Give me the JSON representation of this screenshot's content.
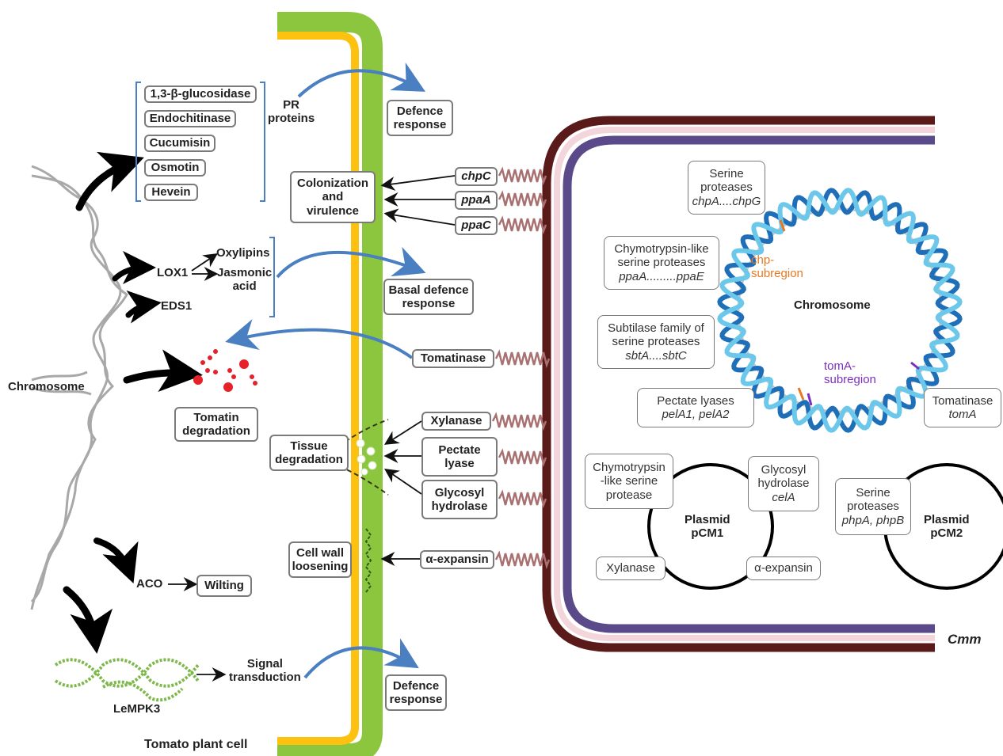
{
  "plant": {
    "cell_label": "Tomato plant cell",
    "chromosome_label": "Chromosome",
    "pr_genes": [
      "1,3-β-glucosidase",
      "Endochitinase",
      "Cucumisin",
      "Osmotin",
      "Hevein"
    ],
    "pr_proteins": "PR\nproteins",
    "defence_response_top": "Defence\nresponse",
    "colonization": "Colonization\nand\nvirulence",
    "lox1": "LOX1",
    "oxylipins": "Oxylipins",
    "jasmonic_acid": "Jasmonic\nacid",
    "eds1": "EDS1",
    "basal_defence": "Basal defence\nresponse",
    "tomatin_degradation": "Tomatin\ndegradation",
    "tissue_degradation": "Tissue\ndegradation",
    "cell_wall_loosening": "Cell wall\nloosening",
    "aco": "ACO",
    "wilting": "Wilting",
    "signal_transduction": "Signal\ntransduction",
    "defence_response_bottom": "Defence\nresponse",
    "lempk3": "LeMPK3"
  },
  "secreted": {
    "chpC": "chpC",
    "ppaA": "ppaA",
    "ppaC": "ppaC",
    "tomatinase": "Tomatinase",
    "xylanase": "Xylanase",
    "pectate_lyase": "Pectate\nlyase",
    "glycosyl_hydrolase": "Glycosyl\nhydrolase",
    "expansin": "α-expansin"
  },
  "bacterium": {
    "name": "Cmm",
    "chromosome_label": "Chromosome",
    "chp_subregion": "chp-\nsubregion",
    "toma_subregion": "tomA-\nsubregion",
    "serine_proteases": {
      "name": "Serine\nproteases",
      "genes": "chpA....chpG"
    },
    "chymotrypsin": {
      "name": "Chymotrypsin-like\nserine proteases",
      "genes": "ppaA.........ppaE"
    },
    "subtilase": {
      "name": "Subtilase family of\nserine proteases",
      "genes": "sbtA....sbtC"
    },
    "pectate_lyases": {
      "name": "Pectate lyases",
      "genes": "pelA1, pelA2"
    },
    "tomatinase": {
      "name": "Tomatinase",
      "genes": "tomA"
    },
    "pcm1": {
      "label": "Plasmid\npCM1",
      "chymotrypsin": "Chymotrypsin\n-like serine\nprotease",
      "glycosyl": {
        "name": "Glycosyl\nhydrolase",
        "genes": "celA"
      },
      "xylanase": "Xylanase",
      "expansin": "α-expansin"
    },
    "pcm2": {
      "label": "Plasmid\npCM2",
      "serine": {
        "name": "Serine\nproteases",
        "genes": "phpA, phpB"
      }
    }
  },
  "colors": {
    "cell_wall_green": "#8cc63f",
    "cell_wall_yellow": "#fcc20f",
    "membrane_dark": "#5a1a1a",
    "membrane_purple": "#5b4a8a",
    "membrane_pink": "#f3d6dc",
    "curved_arrow_blue": "#4a7fc1",
    "coil_color": "#a87070"
  }
}
